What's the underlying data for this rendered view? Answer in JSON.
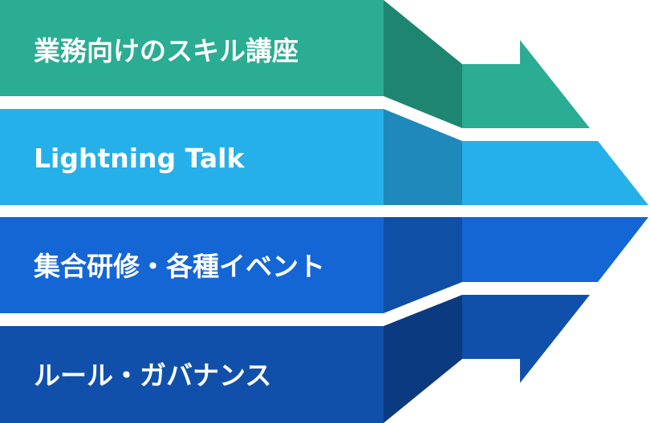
{
  "bands": [
    {
      "label": "業務向けのスキル講座",
      "color": "#2aad92",
      "shade": "#1e8670"
    },
    {
      "label": "Lightning Talk",
      "color": "#26b0e9",
      "shade": "#1e89ba"
    },
    {
      "label": "集合研修・各種イベント",
      "color": "#1466d5",
      "shade": "#0f4fa6"
    },
    {
      "label": "ルール・ガバナンス",
      "color": "#1150aa",
      "shade": "#0c3a80"
    }
  ]
}
